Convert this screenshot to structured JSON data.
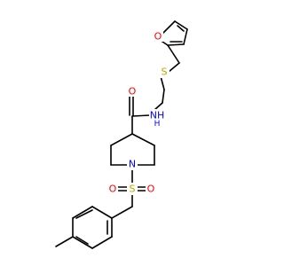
{
  "molecule": {
    "colors": {
      "bond": "#000000",
      "O": "#ff0000",
      "S": "#b8a800",
      "N": "#0000ff",
      "C": "#000000"
    },
    "atoms": [
      {
        "id": "O_furan",
        "label": "O"
      },
      {
        "id": "S_thio",
        "label": "S"
      },
      {
        "id": "N_amide",
        "label": "NH"
      },
      {
        "id": "H_amide",
        "label": "H"
      },
      {
        "id": "O_carbonyl",
        "label": "O"
      },
      {
        "id": "N_pip",
        "label": "N"
      },
      {
        "id": "S_sulfonyl",
        "label": "S"
      },
      {
        "id": "O_sulf_left",
        "label": "O"
      },
      {
        "id": "O_sulf_right",
        "label": "O"
      }
    ]
  }
}
